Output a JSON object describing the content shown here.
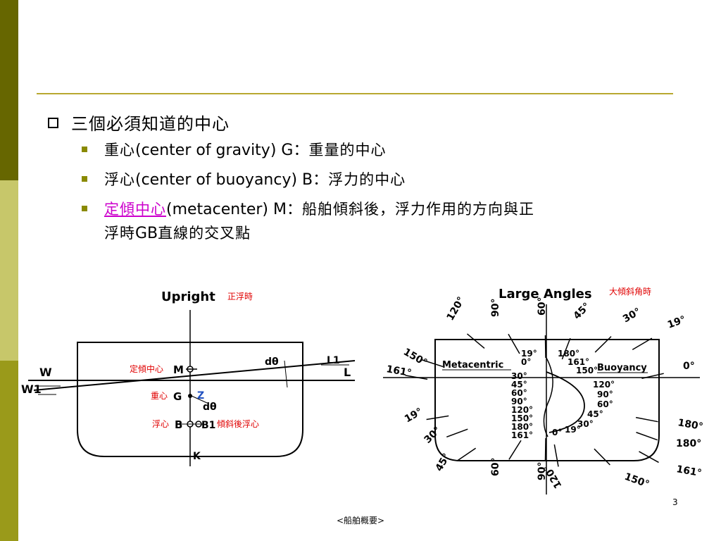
{
  "slide": {
    "heading": "三個必須知道的中心",
    "items": [
      {
        "cjk1": "重心",
        "latin": "(center of gravity) G：",
        "cjk2": "重量的中心"
      },
      {
        "cjk1": "浮心",
        "latin": "(center of buoyancy) B：",
        "cjk2": "浮力的中心"
      },
      {
        "cjk1": "定傾中心",
        "latin": "(metacenter) M：",
        "cjk2": "船舶傾斜後，浮力作用的方向與正",
        "line2_cjk1": "浮時",
        "line2_latin": "GB",
        "line2_cjk2": "直線的交叉點"
      }
    ],
    "page_number": "3",
    "footer": "<船舶概要>"
  },
  "left_diagram": {
    "title": "Upright",
    "title_cn": "正浮時",
    "label_w": "W",
    "label_w1": "W1",
    "label_l": "L",
    "label_l1": "L1",
    "label_dtheta": "dθ",
    "label_m": "M",
    "label_m_cn": "定傾中心",
    "label_g": "G",
    "label_g_cn": "重心",
    "label_z": "Z",
    "label_dtheta2": "dθ",
    "label_b": "B",
    "label_b1": "B1",
    "label_b_cn": "浮心",
    "label_b1_cn": "傾斜後浮心",
    "label_k": "K"
  },
  "right_diagram": {
    "title": "Large Angles",
    "title_cn": "大傾斜角時",
    "metacentric": "Metacentric",
    "buoyancy": "Buoyancy",
    "angle_labels_outer": [
      "120°",
      "90°",
      "60°",
      "45°",
      "30°",
      "19°",
      "0°",
      "150°",
      "161°",
      "180°",
      "19°",
      "30°",
      "45°",
      "60°",
      "90°",
      "120°",
      "161°",
      "150°",
      "180°"
    ],
    "metacentric_angles": [
      "19°",
      "0°",
      "30°",
      "45°",
      "60°",
      "90°",
      "120°",
      "150°",
      "180°",
      "161°"
    ],
    "buoyancy_angles": [
      "180°",
      "161°",
      "150°",
      "120°",
      "90°",
      "60°",
      "45°",
      "30°",
      "19°",
      "0°"
    ]
  }
}
